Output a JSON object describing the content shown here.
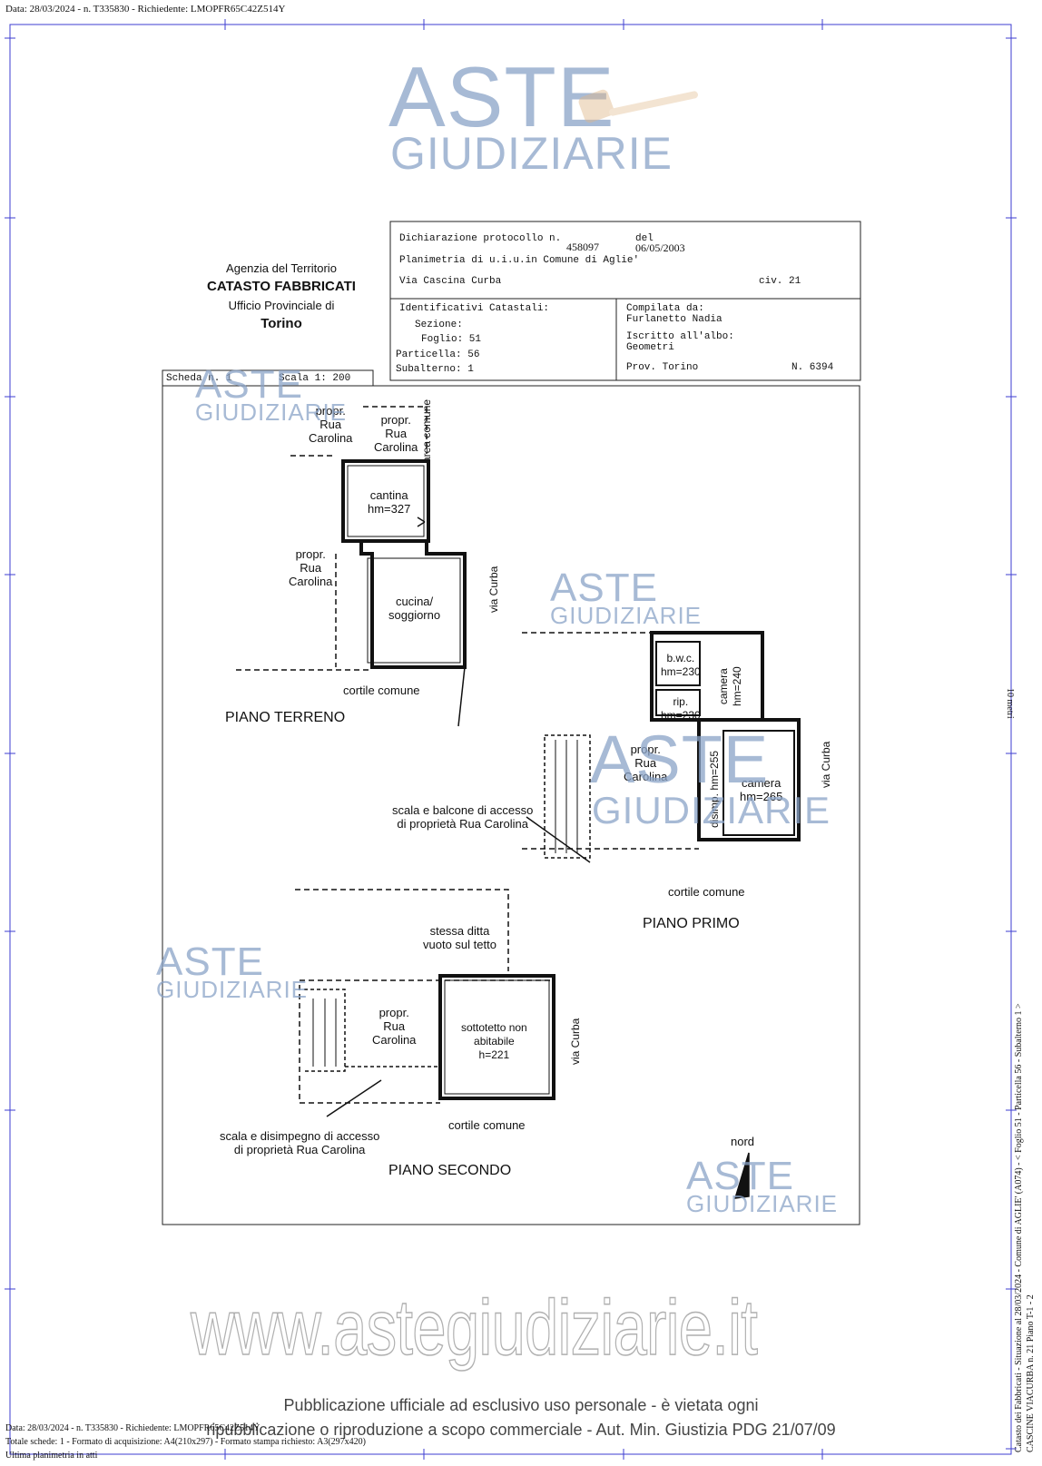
{
  "top_header": "Data: 28/03/2024 - n. T335830 - Richiedente: LMOPFR65C42Z514Y",
  "watermark": {
    "aste": "ASTE",
    "giudiziarie": "GIUDIZIARIE",
    "url": "www.astegiudiziarie.it",
    "notice_line1": "Pubblicazione ufficiale ad esclusivo uso personale - è vietata ogni",
    "notice_line2": "ripubblicazione o riproduzione a scopo commerciale - Aut. Min. Giustizia PDG 21/07/09"
  },
  "agency": {
    "line1": "Agenzia del Territorio",
    "line2": "CATASTO FABBRICATI",
    "line3": "Ufficio Provinciale di",
    "line4": "Torino"
  },
  "declaration": {
    "protocol_label": "Dichiarazione protocollo n.",
    "protocol_number": "458097",
    "del_label": "del",
    "date": "06/05/2003",
    "planimetria": "Planimetria di u.i.u.in Comune di Aglie'",
    "address": "Via Cascina Curba",
    "civ": "civ. 21"
  },
  "identifiers": {
    "title": "Identificativi Catastali:",
    "sezione": "Sezione:",
    "foglio": "Foglio: 51",
    "particella": "Particella: 56",
    "subalterno": "Subalterno: 1"
  },
  "compiler": {
    "compilata_label": "Compilata da:",
    "name": "Furlanetto Nadia",
    "iscritto_label": "Iscritto all'albo:",
    "albo": "Geometri",
    "prov": "Prov. Torino",
    "number": "N. 6394"
  },
  "scheda": {
    "scheda": "Scheda n. 1",
    "scala": "Scala 1: 200"
  },
  "plan": {
    "propr_rua_carolina": "propr.\nRua\nCarolina",
    "cantina": "cantina\nhm=327",
    "area_comune": "area comune",
    "cucina": "cucina/\nsoggiorno",
    "via_curba": "via Curba",
    "cortile_comune": "cortile comune",
    "piano_terreno": "PIANO TERRENO",
    "bwc": "b.w.c.\nhm=230",
    "rip": "rip.\nhm=230",
    "camera_240": "camera\nhm=240",
    "disimp": "disimp. hm=255",
    "camera_265": "camera\nhm=265",
    "scala_balcone": "scala e balcone di accesso\ndi proprietà Rua Carolina",
    "piano_primo": "PIANO PRIMO",
    "stessa_ditta": "stessa ditta\nvuoto sul tetto",
    "sottotetto": "sottotetto non\nabitabile\nh=221",
    "scala_disimpegno": "scala e disimpegno di accesso\ndi proprietà Rua Carolina",
    "piano_secondo": "PIANO SECONDO",
    "nord": "nord"
  },
  "side_text": {
    "line1": "Catasto dei Fabbricati - Situazione al 28/03/2024 - Comune di AGLIE' (A074) - < Foglio 51 - Particella 56 - Subalterno 1 >",
    "line2": "CASCINE VIACURBA n. 21 Piano T-1 - 2",
    "scale": "10 metri"
  },
  "footer": {
    "line1": "Data: 28/03/2024 - n. T335830 - Richiedente: LMOPFR65C42Z514Y",
    "line2": "Totale schede: 1 - Formato di acquisizione: A4(210x297) - Formato stampa richiesto: A3(297x420)",
    "line3": "Ultima planimetria in atti"
  }
}
